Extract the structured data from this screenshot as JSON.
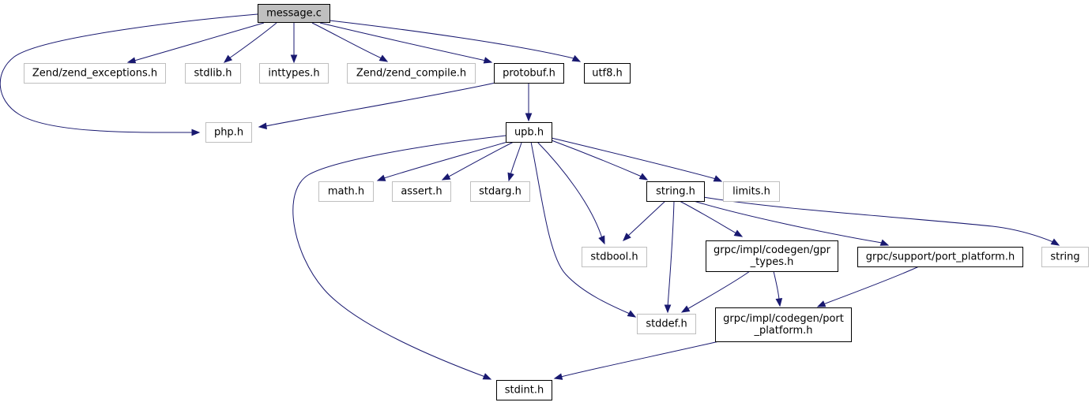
{
  "diagram": {
    "nodes": [
      {
        "id": "message_c",
        "label": "message.c",
        "kind": "root"
      },
      {
        "id": "zend_exceptions",
        "label": "Zend/zend_exceptions.h",
        "kind": "external"
      },
      {
        "id": "stdlib",
        "label": "stdlib.h",
        "kind": "external"
      },
      {
        "id": "inttypes",
        "label": "inttypes.h",
        "kind": "external"
      },
      {
        "id": "zend_compile",
        "label": "Zend/zend_compile.h",
        "kind": "external"
      },
      {
        "id": "protobuf",
        "label": "protobuf.h",
        "kind": "documented"
      },
      {
        "id": "utf8",
        "label": "utf8.h",
        "kind": "documented"
      },
      {
        "id": "php",
        "label": "php.h",
        "kind": "external"
      },
      {
        "id": "upb",
        "label": "upb.h",
        "kind": "documented"
      },
      {
        "id": "math",
        "label": "math.h",
        "kind": "external"
      },
      {
        "id": "assert",
        "label": "assert.h",
        "kind": "external"
      },
      {
        "id": "stdarg",
        "label": "stdarg.h",
        "kind": "external"
      },
      {
        "id": "string_h",
        "label": "string.h",
        "kind": "documented"
      },
      {
        "id": "limits",
        "label": "limits.h",
        "kind": "external"
      },
      {
        "id": "stdbool",
        "label": "stdbool.h",
        "kind": "external"
      },
      {
        "id": "gpr_types",
        "label": "grpc/impl/codegen/gpr\n_types.h",
        "kind": "documented"
      },
      {
        "id": "grpc_support_pp",
        "label": "grpc/support/port_platform.h",
        "kind": "documented"
      },
      {
        "id": "string_cpp",
        "label": "string",
        "kind": "external"
      },
      {
        "id": "stddef",
        "label": "stddef.h",
        "kind": "external"
      },
      {
        "id": "codegen_pp",
        "label": "grpc/impl/codegen/port\n_platform.h",
        "kind": "documented"
      },
      {
        "id": "stdint",
        "label": "stdint.h",
        "kind": "documented"
      }
    ],
    "edges": [
      {
        "from": "message_c",
        "to": "zend_exceptions"
      },
      {
        "from": "message_c",
        "to": "stdlib"
      },
      {
        "from": "message_c",
        "to": "inttypes"
      },
      {
        "from": "message_c",
        "to": "zend_compile"
      },
      {
        "from": "message_c",
        "to": "protobuf"
      },
      {
        "from": "message_c",
        "to": "utf8"
      },
      {
        "from": "message_c",
        "to": "php"
      },
      {
        "from": "protobuf",
        "to": "php"
      },
      {
        "from": "protobuf",
        "to": "upb"
      },
      {
        "from": "upb",
        "to": "math"
      },
      {
        "from": "upb",
        "to": "assert"
      },
      {
        "from": "upb",
        "to": "stdarg"
      },
      {
        "from": "upb",
        "to": "string_h"
      },
      {
        "from": "upb",
        "to": "limits"
      },
      {
        "from": "upb",
        "to": "stdbool"
      },
      {
        "from": "upb",
        "to": "stddef"
      },
      {
        "from": "upb",
        "to": "stdint"
      },
      {
        "from": "string_h",
        "to": "stdbool"
      },
      {
        "from": "string_h",
        "to": "stddef"
      },
      {
        "from": "string_h",
        "to": "gpr_types"
      },
      {
        "from": "string_h",
        "to": "grpc_support_pp"
      },
      {
        "from": "string_h",
        "to": "string_cpp"
      },
      {
        "from": "gpr_types",
        "to": "stddef"
      },
      {
        "from": "gpr_types",
        "to": "codegen_pp"
      },
      {
        "from": "grpc_support_pp",
        "to": "codegen_pp"
      },
      {
        "from": "codegen_pp",
        "to": "stdint"
      }
    ],
    "colors": {
      "edge": "#191970",
      "root_fill": "#bfbfbf",
      "external_border": "#bfbfbf",
      "documented_border": "#000000"
    }
  }
}
